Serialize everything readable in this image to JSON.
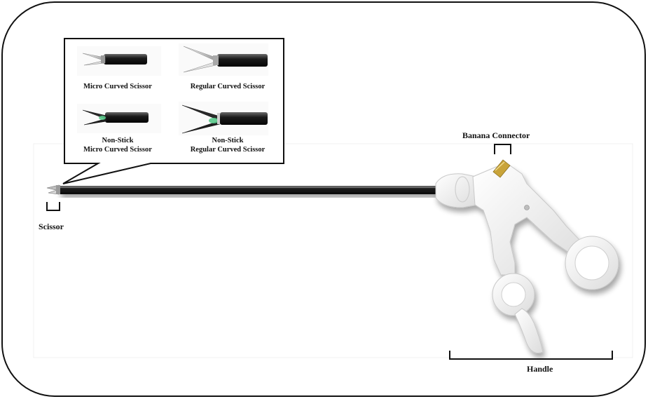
{
  "labels": {
    "scissor": "Scissor",
    "banana_connector": "Banana Connector",
    "handle": "Handle"
  },
  "tips": [
    {
      "label": "Micro Curved Scissor",
      "variant": "micro",
      "nonstick": false
    },
    {
      "label": "Regular Curved Scissor",
      "variant": "regular",
      "nonstick": false
    },
    {
      "label_line1": "Non-Stick",
      "label_line2": "Micro Curved Scissor",
      "variant": "micro",
      "nonstick": true
    },
    {
      "label_line1": "Non-Stick",
      "label_line2": "Regular Curved Scissor",
      "variant": "regular",
      "nonstick": true
    }
  ],
  "colors": {
    "outline": "#111111",
    "shaft": "#1e1e1e",
    "handle": "#f4f4f4",
    "connector": "#c9a43a",
    "nonstick_accent": "#58c98a"
  }
}
